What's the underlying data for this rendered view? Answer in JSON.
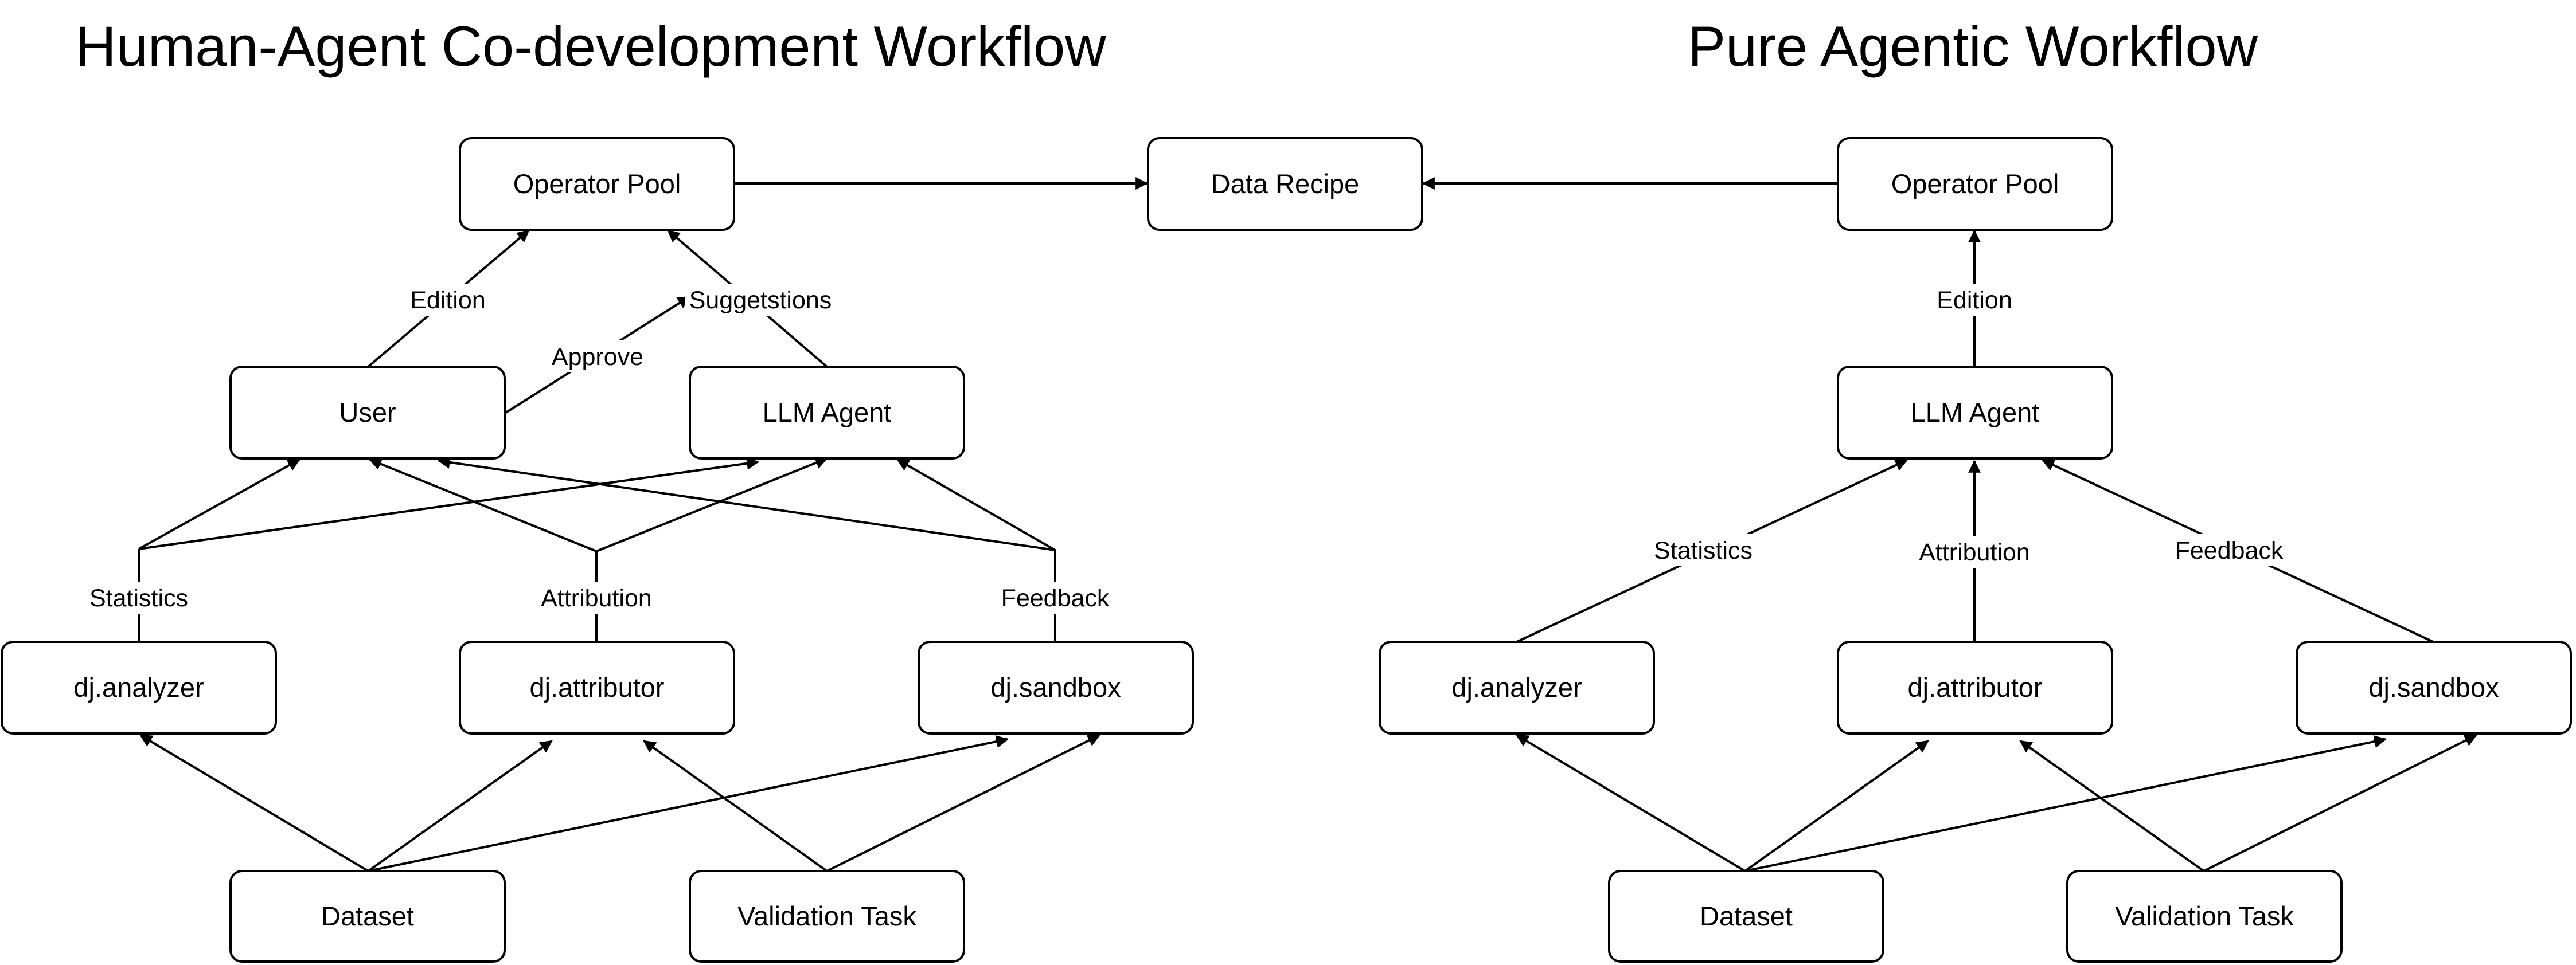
{
  "titles": {
    "left": "Human-Agent Co-development Workflow",
    "right": "Pure Agentic Workflow"
  },
  "nodes": {
    "data_recipe": "Data Recipe",
    "left": {
      "operator_pool": "Operator Pool",
      "user": "User",
      "llm_agent": "LLM Agent",
      "analyzer": "dj.analyzer",
      "attributor": "dj.attributor",
      "sandbox": "dj.sandbox",
      "dataset": "Dataset",
      "validation_task": "Validation Task"
    },
    "right": {
      "operator_pool": "Operator Pool",
      "llm_agent": "LLM Agent",
      "analyzer": "dj.analyzer",
      "attributor": "dj.attributor",
      "sandbox": "dj.sandbox",
      "dataset": "Dataset",
      "validation_task": "Validation Task"
    }
  },
  "edge_labels": {
    "left": {
      "edition": "Edition",
      "approve": "Approve",
      "suggestions": "Suggetstions",
      "statistics": "Statistics",
      "attribution": "Attribution",
      "feedback": "Feedback"
    },
    "right": {
      "edition": "Edition",
      "statistics": "Statistics",
      "attribution": "Attribution",
      "feedback": "Feedback"
    }
  }
}
